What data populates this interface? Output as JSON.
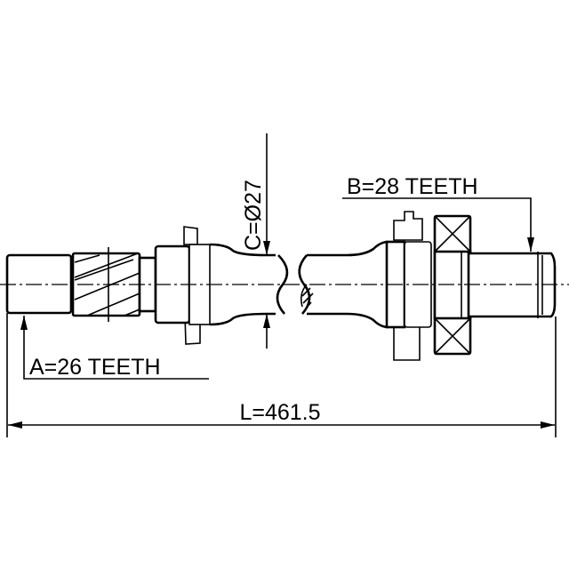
{
  "labels": {
    "a_teeth": "A=26 TEETH",
    "b_teeth": "B=28 TEETH",
    "c_diameter": "C=Ø27",
    "length": "L=461.5"
  },
  "colors": {
    "line": "#000000",
    "background": "#ffffff"
  }
}
